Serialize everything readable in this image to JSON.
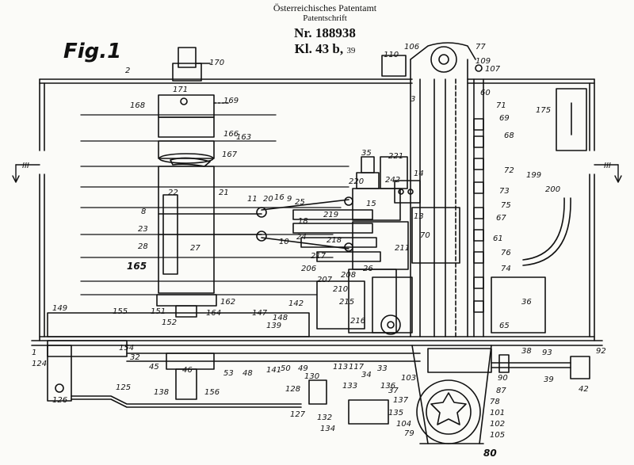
{
  "header": {
    "office": "Österreichisches Patentamt",
    "kind": "Patentschrift",
    "number": "Nr. 188938",
    "class_main": "Kl. 43 b,",
    "class_sub": "39"
  },
  "figure_title": "Fig.1",
  "section_marks": [
    "III",
    "III"
  ],
  "reference_numerals": [
    "1",
    "2",
    "3",
    "8",
    "9",
    "10",
    "11",
    "13",
    "14",
    "15",
    "16",
    "18",
    "20",
    "21",
    "22",
    "23",
    "24",
    "25",
    "26",
    "27",
    "28",
    "32",
    "33",
    "34",
    "35",
    "36",
    "37",
    "38",
    "39",
    "42",
    "45",
    "46",
    "48",
    "49",
    "50",
    "53",
    "60",
    "61",
    "65",
    "67",
    "68",
    "69",
    "70",
    "71",
    "72",
    "73",
    "74",
    "75",
    "76",
    "77",
    "78",
    "79",
    "80",
    "87",
    "90",
    "92",
    "93",
    "101",
    "102",
    "103",
    "104",
    "105",
    "106",
    "107",
    "109",
    "110",
    "113",
    "117",
    "124",
    "125",
    "126",
    "127",
    "128",
    "130",
    "132",
    "133",
    "134",
    "135",
    "136",
    "137",
    "138",
    "139",
    "141",
    "142",
    "147",
    "148",
    "149",
    "151",
    "152",
    "154",
    "155",
    "156",
    "162",
    "163",
    "164",
    "165",
    "166",
    "167",
    "168",
    "169",
    "170",
    "171",
    "175",
    "199",
    "200",
    "206",
    "207",
    "208",
    "210",
    "211",
    "215",
    "216",
    "217",
    "218",
    "219",
    "220",
    "221",
    "242"
  ]
}
